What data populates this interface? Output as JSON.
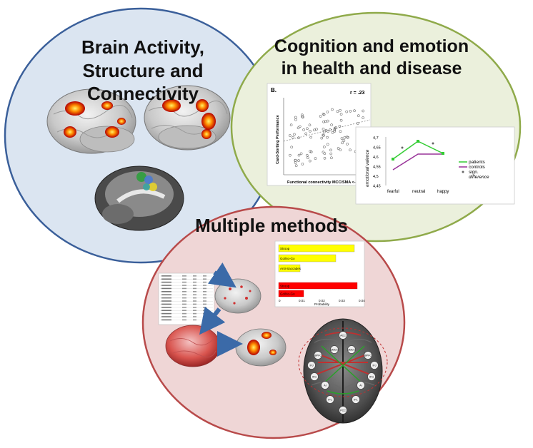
{
  "circles": {
    "brain": {
      "title_line1": "Brain Activity,",
      "title_line2": "Structure and Connectivity",
      "fill": "#dbe5f1",
      "stroke": "#3a5f9a"
    },
    "cognition": {
      "title_line1": "Cognition and emotion",
      "title_line2": "in health and disease",
      "fill": "#ebf0dc",
      "stroke": "#8faa4a"
    },
    "methods": {
      "title": "Multiple methods",
      "fill": "#efd6d6",
      "stroke": "#b84a4a"
    }
  },
  "scatter_panel": {
    "panel_label": "B.",
    "r_label": "r = .23",
    "ylabel": "Card-Sorting Performance",
    "xlabel": "Functional connectivity MCC/SMA <-> lef"
  },
  "emotion_chart": {
    "ylabel": "emotional valence",
    "y_ticks": [
      "4,7",
      "4,65",
      "4,6",
      "4,55",
      "4,5",
      "4,45"
    ],
    "categories": [
      "fearful",
      "neutral",
      "happy"
    ],
    "legend": {
      "patients": "patients",
      "controls": "controls",
      "sign_line1": "sign.",
      "sign_line2": "difference"
    },
    "colors": {
      "patients": "#33cc33",
      "controls": "#993399"
    }
  },
  "bar_panel": {
    "yellow_bars": [
      "Stroop",
      "Go/No-Go",
      "Anti-Saccades"
    ],
    "red_bars": [
      "Stroop",
      "Go/No-Go"
    ],
    "x_ticks": [
      "0",
      "0.01",
      "0.02",
      "0.03",
      "0.04"
    ],
    "xlabel": "Probability",
    "yellow_color": "#ffff00",
    "red_color": "#ff0000"
  },
  "connectivity_brain": {
    "nodes": [
      "ACC",
      "aMCC",
      "aMCC",
      "dlPFC",
      "dlPFC",
      "IFJ",
      "IFJ",
      "IFG",
      "IFG",
      "AI",
      "AI",
      "IPL",
      "IPL",
      "PCC"
    ]
  }
}
